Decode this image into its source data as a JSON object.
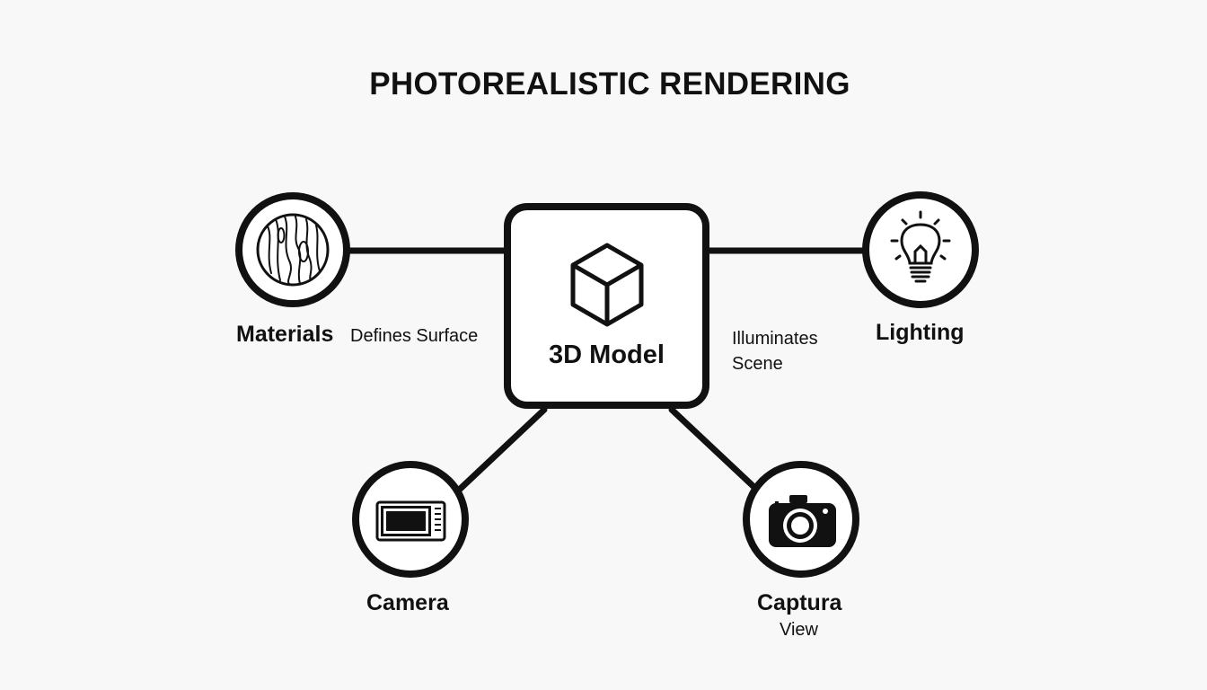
{
  "title": "PHOTOREALISTIC RENDERING",
  "center": {
    "label": "3D Model",
    "icon": "cube-icon"
  },
  "nodes": {
    "materials": {
      "label": "Materials",
      "icon": "wood-grain-icon"
    },
    "lighting": {
      "label": "Lighting",
      "icon": "light-bulb-icon"
    },
    "camera": {
      "label": "Camera",
      "icon": "monitor-screen-icon"
    },
    "capture": {
      "label": "Captura",
      "sublabel": "View",
      "icon": "photo-camera-icon"
    }
  },
  "edges": {
    "materials": {
      "label": "Defines Surface"
    },
    "lighting": {
      "label_line1": "Illuminates",
      "label_line2": "Scene"
    }
  },
  "colors": {
    "stroke": "#111111",
    "background": "#f8f8f8",
    "fill": "#ffffff"
  }
}
